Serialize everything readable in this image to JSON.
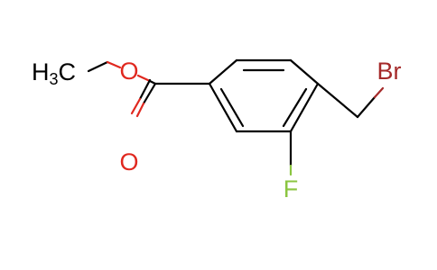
{
  "atoms": {
    "methyl": {
      "main": "H",
      "subscript": "3",
      "tail": "C"
    },
    "ester_oxygen": "O",
    "carbonyl_oxygen": "O",
    "fluorine": "F",
    "bromine": "Br"
  },
  "colors": {
    "bond": "#000000",
    "oxygen": "#e0281f",
    "fluorine": "#8bc541",
    "bromine": "#a52a2a",
    "carbon_label": "#000000"
  }
}
